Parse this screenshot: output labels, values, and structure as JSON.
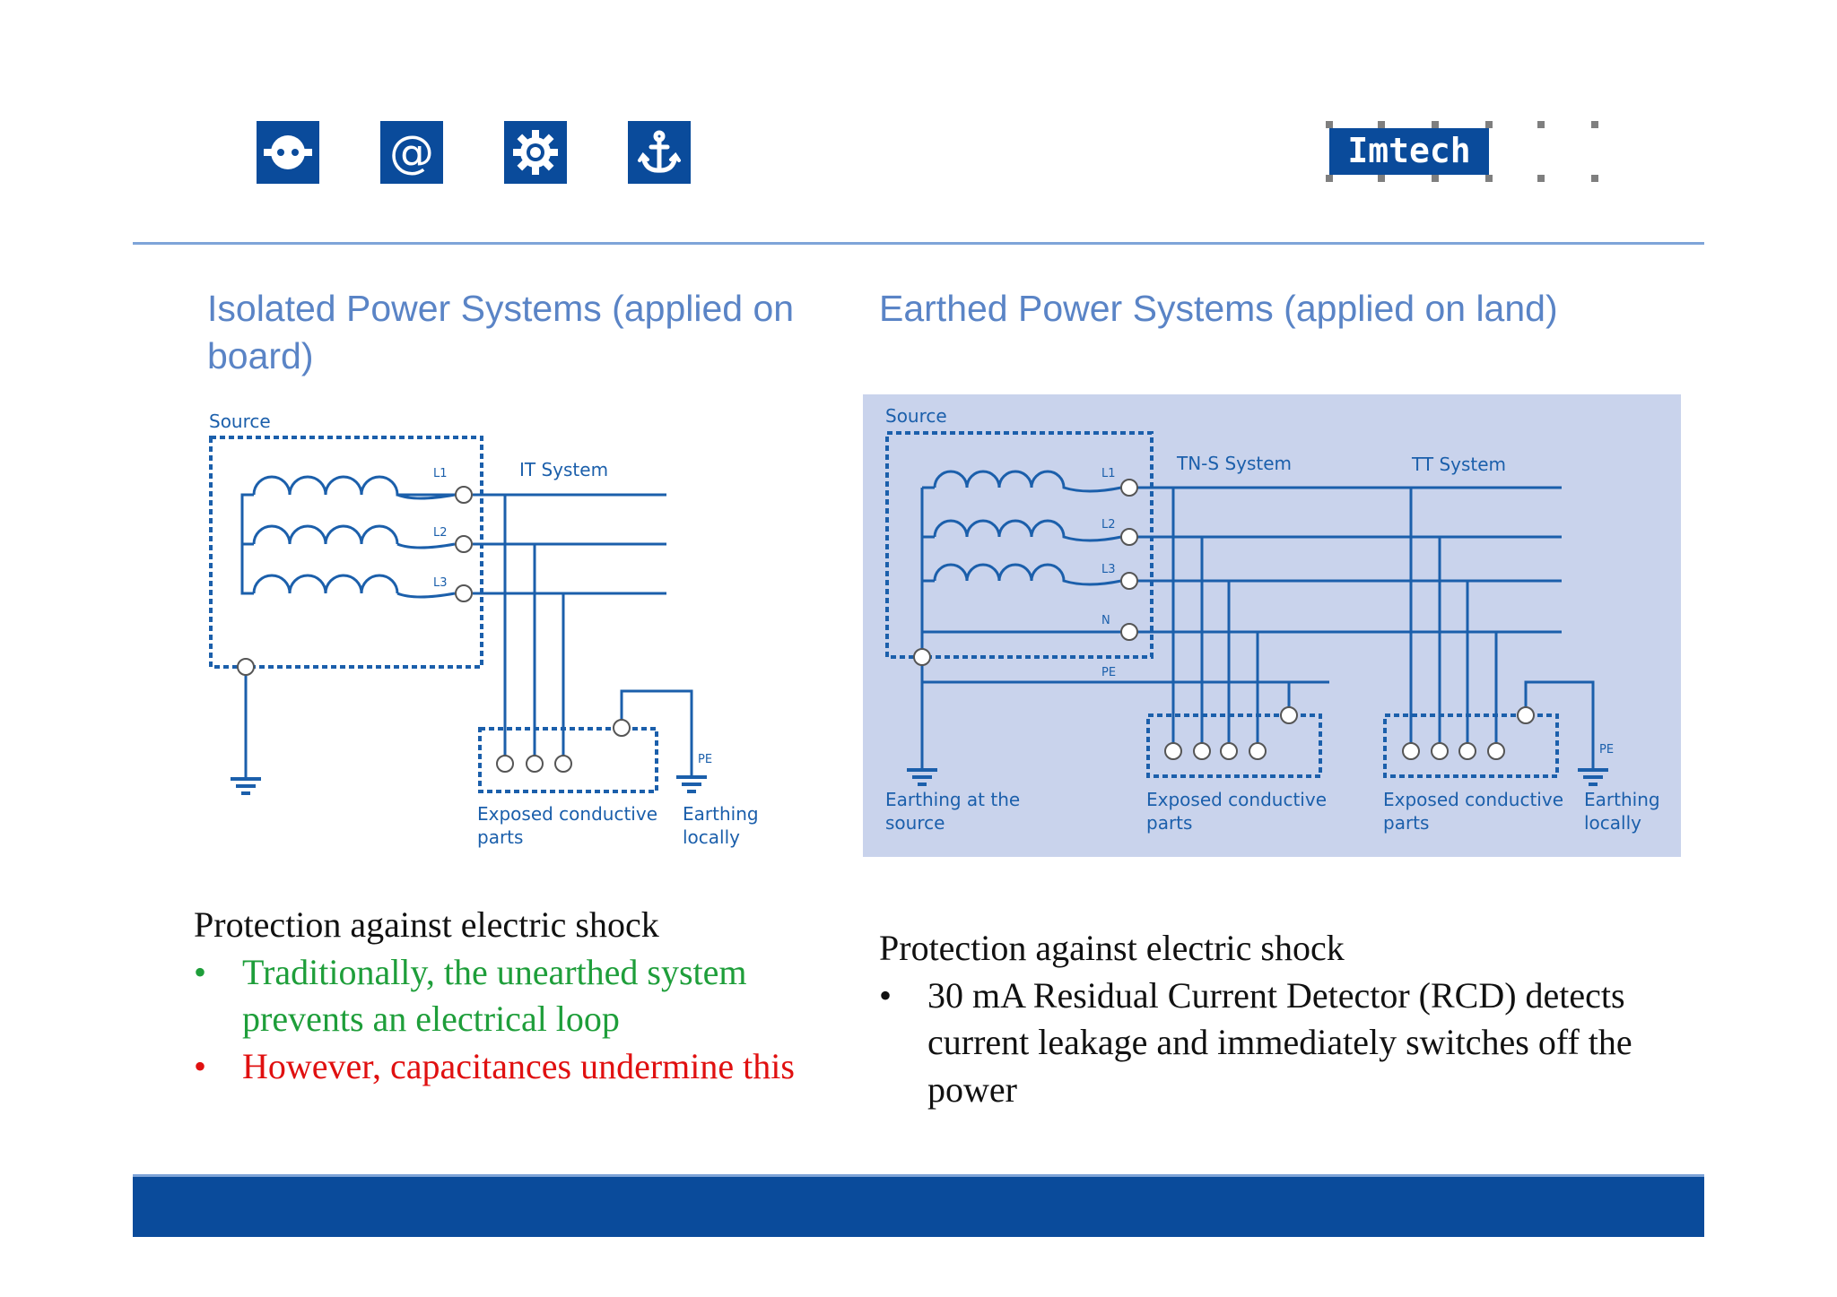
{
  "header": {
    "icons": [
      "power-socket-icon",
      "at-sign-icon",
      "gear-icon",
      "anchor-icon"
    ],
    "logo_text": "Imtech"
  },
  "left": {
    "title": "Isolated Power Systems (applied on board)",
    "diagram": {
      "source_label": "Source",
      "system_label": "IT System",
      "phase_labels": [
        "L1",
        "L2",
        "L3"
      ],
      "pe_label": "PE",
      "exposed_label": [
        "Exposed conductive",
        "parts"
      ],
      "earthing_label": [
        "Earthing",
        "locally"
      ]
    },
    "heading": "Protection against electric shock",
    "bullets": [
      {
        "text": "Traditionally, the unearthed system prevents an electrical loop",
        "color": "#1e9e3a"
      },
      {
        "text": "However, capacitances undermine this",
        "color": "#e01010"
      }
    ]
  },
  "right": {
    "title": "Earthed Power Systems (applied on land)",
    "diagram": {
      "background": "#c9d3ec",
      "source_label": "Source",
      "tns_label": "TN-S System",
      "tt_label": "TT System",
      "phase_labels": [
        "L1",
        "L2",
        "L3",
        "N"
      ],
      "pe_label": "PE",
      "pe_label_2": "PE",
      "earthing_source_label": [
        "Earthing at the",
        "source"
      ],
      "exposed_label_1": [
        "Exposed conductive",
        "parts"
      ],
      "exposed_label_2": [
        "Exposed conductive",
        "parts"
      ],
      "earthing_local_label": [
        "Earthing",
        "locally"
      ]
    },
    "heading": "Protection against electric shock",
    "bullets": [
      {
        "text": "30 mA Residual Current Detector (RCD) detects current leakage and immediately switches off the power"
      }
    ]
  },
  "colors": {
    "brand_blue": "#0a4b9b",
    "title_blue": "#5a84c6",
    "wire_blue": "#1b5fab",
    "rule_blue": "#7ea4d8"
  }
}
